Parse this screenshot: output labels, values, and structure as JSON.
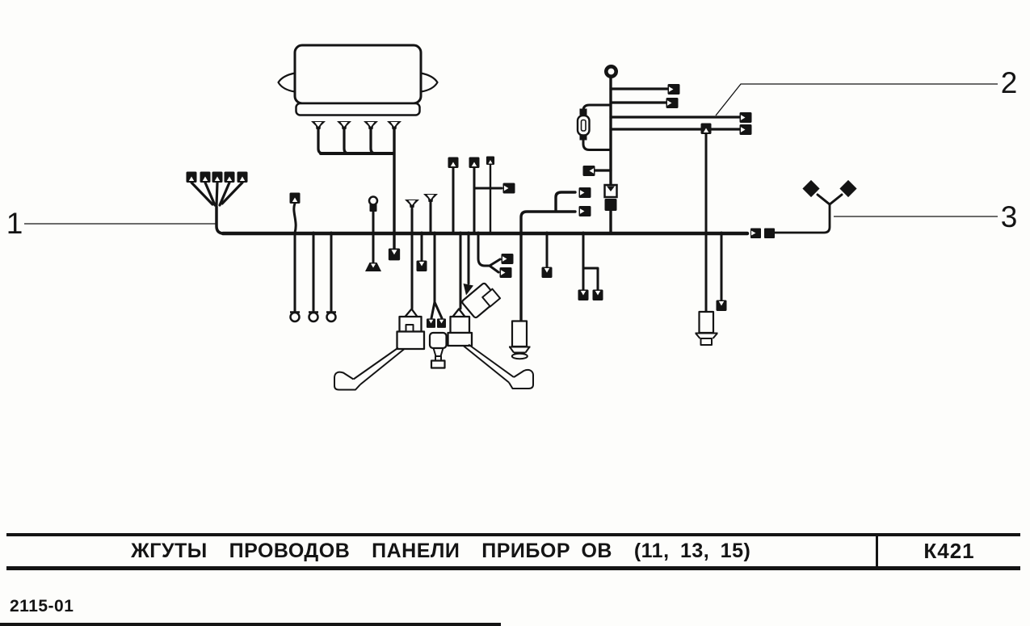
{
  "colors": {
    "ink": "#141414",
    "paper": "#fdfdfb"
  },
  "title_block": {
    "title": "ЖГУТЫ  ПРОВОДОВ  ПАНЕЛИ  ПРИБОР ОВ  (11, 13, 15)",
    "code": "К421"
  },
  "footer": {
    "doc_number": "2115-01"
  },
  "callouts": {
    "c1": "1",
    "c2": "2",
    "c3": "3"
  },
  "diagram": {
    "components": [
      "relay-module-box",
      "module-funnel-connectors",
      "five-wire-fan-connectors",
      "main-harness-bus",
      "ring-terminals",
      "inline-fuse",
      "top-ring-terminal-trunk",
      "blade-connectors",
      "inline-connector-pair",
      "bus-connector-pair",
      "twin-diamond-connectors",
      "horn-connector-with-strap-left",
      "horn-connector-with-strap-right",
      "tilted-relay-with-arrow",
      "socket-boot",
      "lamp-socket-left",
      "lamp-socket-right"
    ]
  }
}
